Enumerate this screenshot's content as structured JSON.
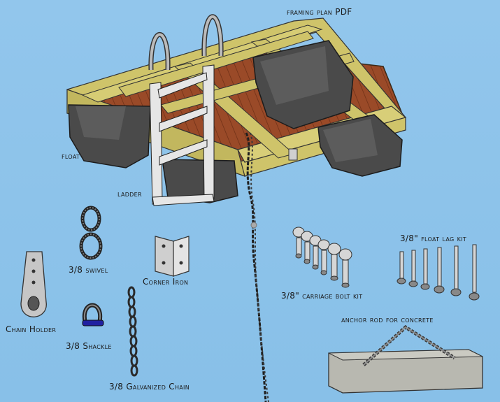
{
  "labels": {
    "framing_plan": "framing plan PDF",
    "float": "float",
    "ladder": "ladder",
    "swivel": "3/8 swivel",
    "corner_iron": "Corner Iron",
    "carriage_bolt_kit": "3/8\" carriage bolt kit",
    "float_lag_kit": "3/8\" float lag kit",
    "chain_holder": "Chain Holder",
    "shackle": "3/8 Shackle",
    "galvanized_chain": "3/8 Galvanized Chain",
    "anchor_rod": "anchor rod for concrete"
  },
  "colors": {
    "background": "#8ec3ea",
    "lumber": "#cfc46a",
    "decking": "#9a4a28",
    "float": "#4a4a4a",
    "metal": "#c8c8c8",
    "chain": "#222222",
    "concrete": "#b8b8b0"
  }
}
